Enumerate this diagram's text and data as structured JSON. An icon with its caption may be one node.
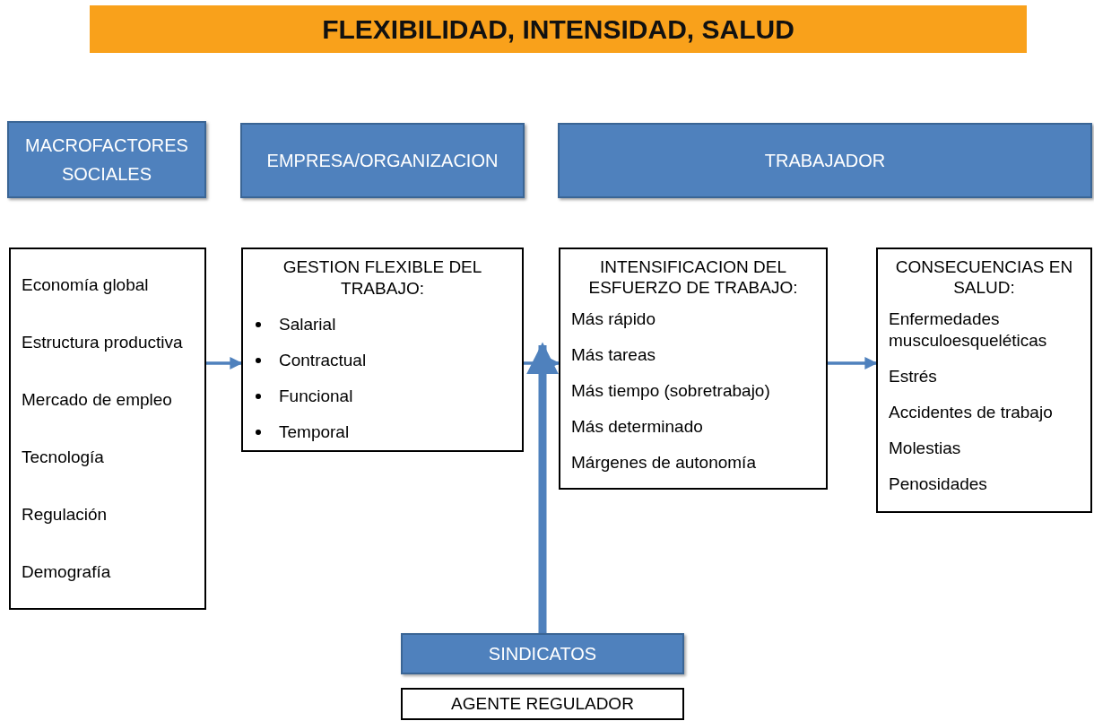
{
  "diagram": {
    "title": "FLEXIBILIDAD, INTENSIDAD, SALUD",
    "nodes": [
      {
        "text": [
          "MACROFACTORES SOCIALES"
        ]
      },
      {
        "text": [
          "EMPRESA/ORGANIZACION"
        ]
      },
      {
        "text": [
          "TRABAJADOR"
        ]
      },
      {
        "text": [
          "Economía global",
          "Estructura productiva",
          "Mercado de empleo",
          "Tecnología",
          "Regulación",
          "Demografía"
        ]
      },
      {
        "text": [
          "GESTION FLEXIBLE DEL TRABAJO:",
          "Salarial",
          "Contractual",
          "Funcional",
          "Temporal"
        ]
      },
      {
        "text": [
          "INTENSIFICACION DEL ESFUERZO DE TRABAJO:",
          "Más rápido",
          "Más tareas",
          "Más tiempo (sobretrabajo)",
          "Más determinado",
          "Márgenes de autonomía"
        ]
      },
      {
        "text": [
          "CONSECUENCIAS EN SALUD:",
          "Enfermedades musculoesqueléticas",
          "Estrés",
          "Accidentes de trabajo",
          "Molestias",
          "Penosidades"
        ]
      },
      {
        "text": [
          "SINDICATOS"
        ]
      },
      {
        "text": [
          "AGENTE REGULADOR"
        ]
      }
    ],
    "edges": [
      {
        "from": 3,
        "to": 4,
        "arrow": "to"
      },
      {
        "from": 4,
        "to": 5,
        "arrow": "to"
      },
      {
        "from": 5,
        "to": 6,
        "arrow": "to"
      },
      {
        "from": 7,
        "to": 4,
        "arrow": "to",
        "style": "thick"
      }
    ]
  }
}
